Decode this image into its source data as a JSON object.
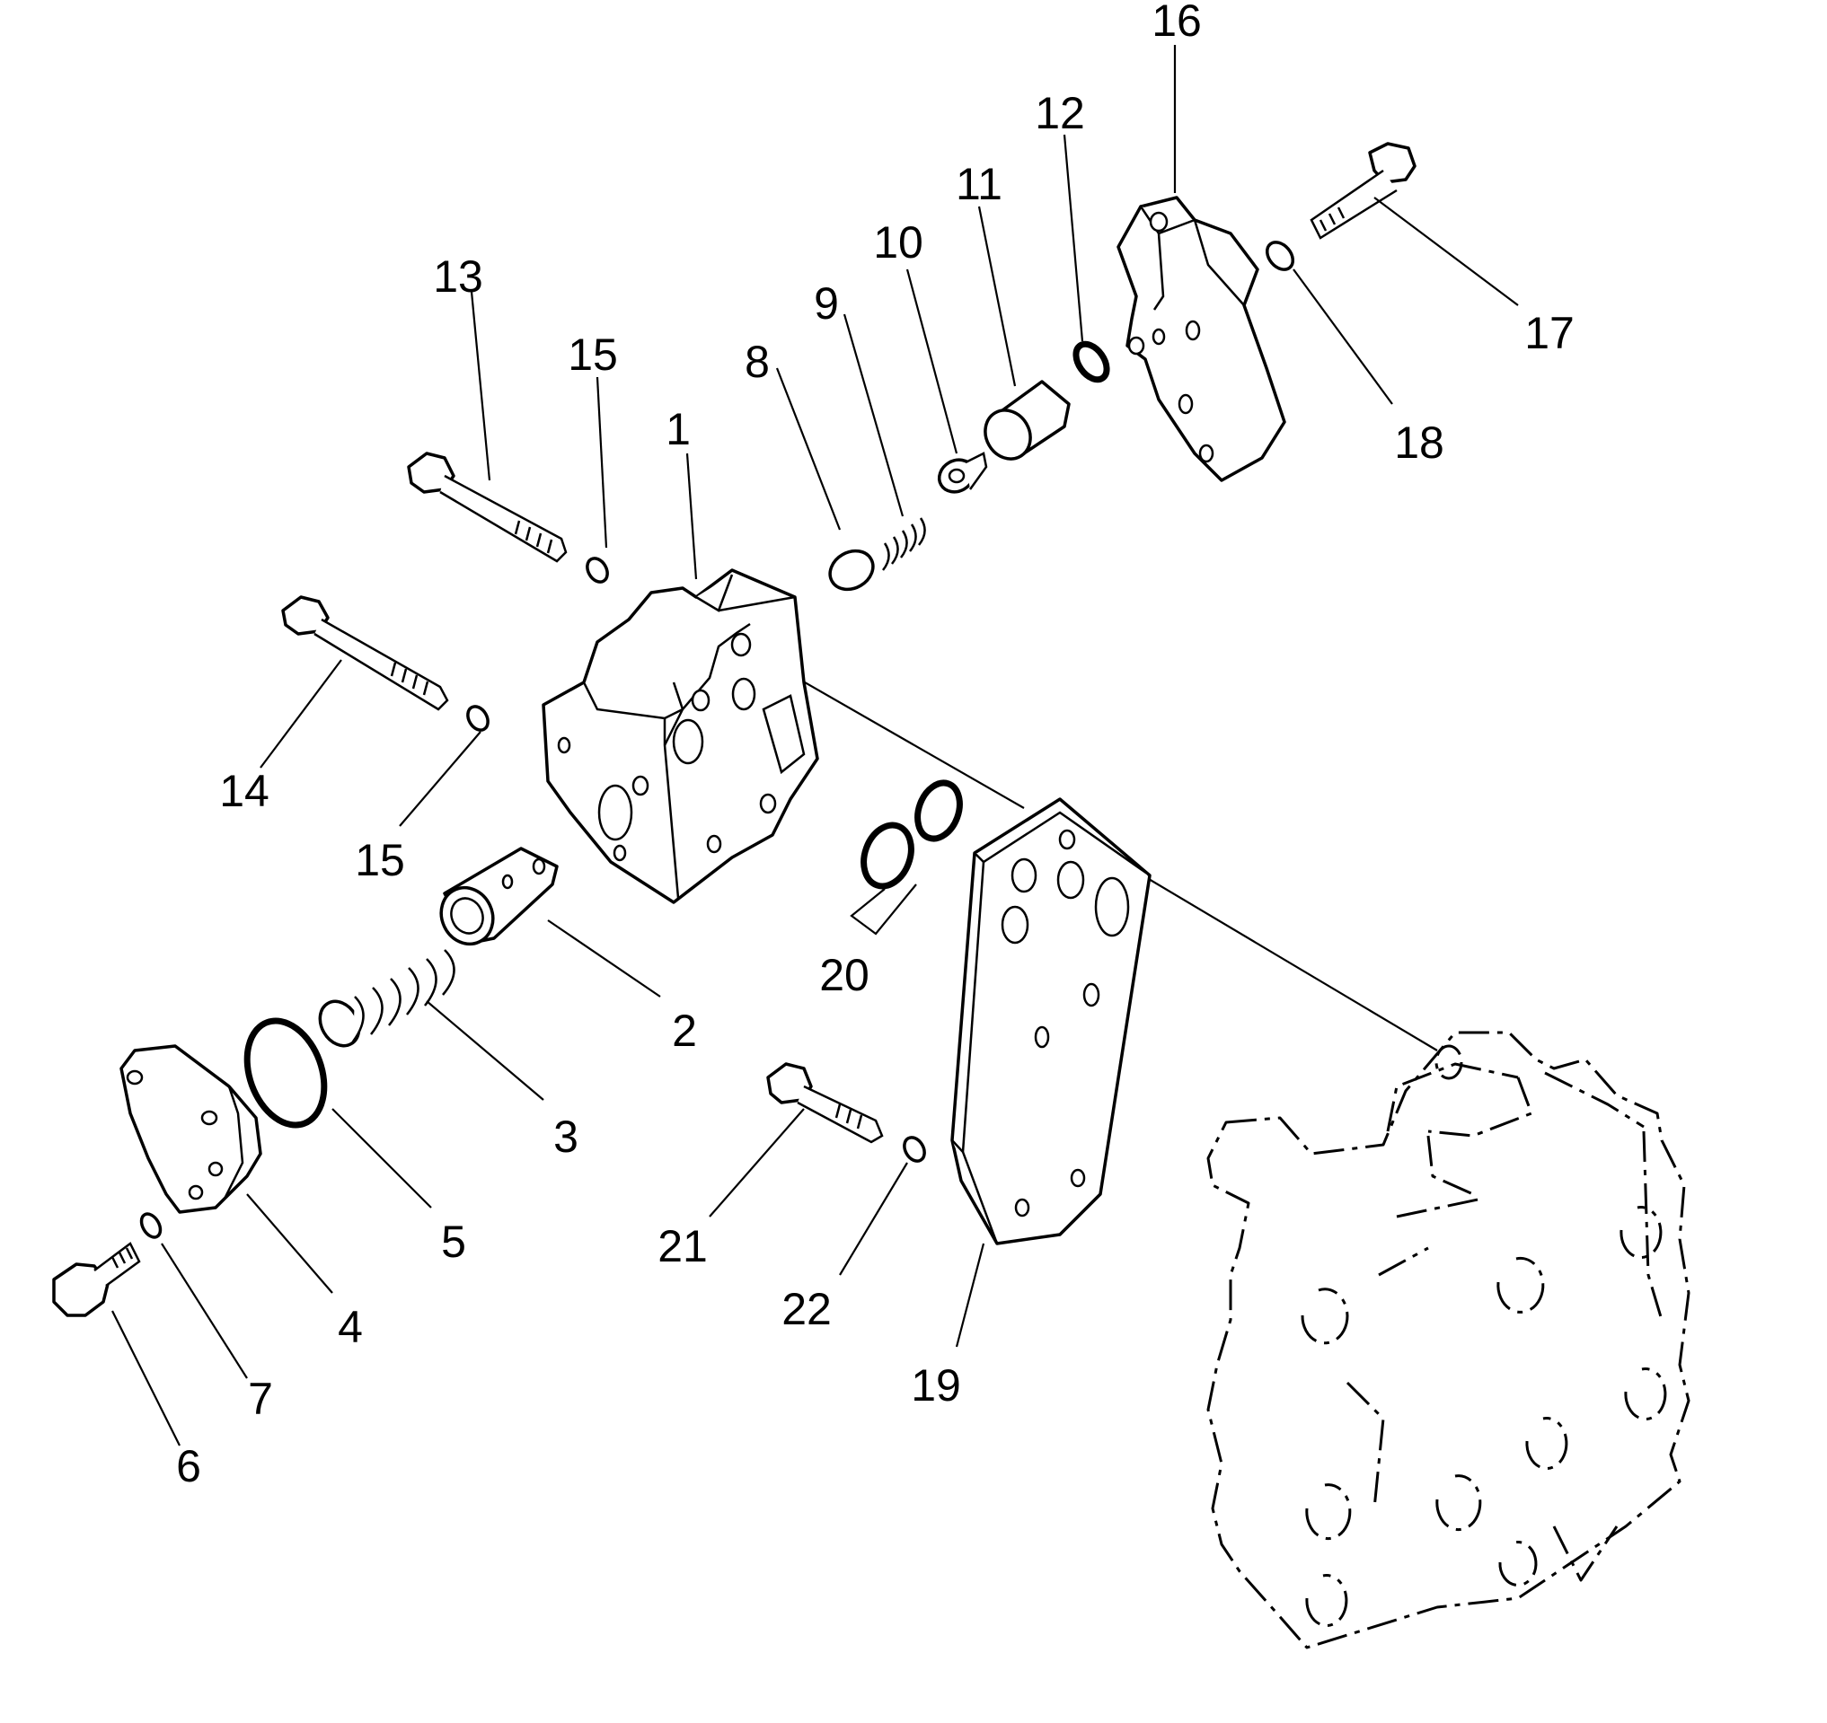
{
  "callouts": [
    {
      "id": "p1",
      "text": "1"
    },
    {
      "id": "p2",
      "text": "2"
    },
    {
      "id": "p3",
      "text": "3"
    },
    {
      "id": "p4",
      "text": "4"
    },
    {
      "id": "p5",
      "text": "5"
    },
    {
      "id": "p6",
      "text": "6"
    },
    {
      "id": "p7",
      "text": "7"
    },
    {
      "id": "p8",
      "text": "8"
    },
    {
      "id": "p9",
      "text": "9"
    },
    {
      "id": "p10",
      "text": "10"
    },
    {
      "id": "p11",
      "text": "11"
    },
    {
      "id": "p12",
      "text": "12"
    },
    {
      "id": "p13",
      "text": "13"
    },
    {
      "id": "p14",
      "text": "14"
    },
    {
      "id": "p15a",
      "text": "15"
    },
    {
      "id": "p15b",
      "text": "15"
    },
    {
      "id": "p16",
      "text": "16"
    },
    {
      "id": "p17",
      "text": "17"
    },
    {
      "id": "p18",
      "text": "18"
    },
    {
      "id": "p19",
      "text": "19"
    },
    {
      "id": "p20",
      "text": "20"
    },
    {
      "id": "p21",
      "text": "21"
    },
    {
      "id": "p22",
      "text": "22"
    }
  ]
}
